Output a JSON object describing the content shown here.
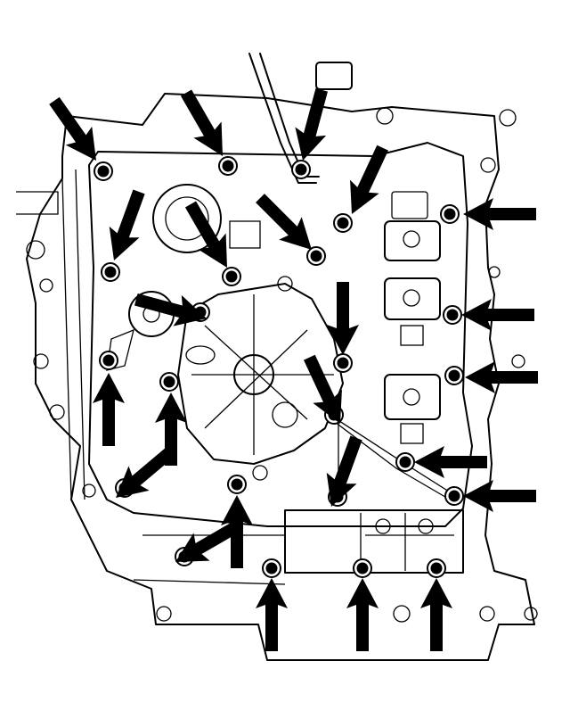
{
  "diagram": {
    "subject": "valve-body-bolt-locations",
    "line_color": "#000000",
    "background_color": "#ffffff",
    "bolt_count": 24,
    "arrow_count": 24
  }
}
